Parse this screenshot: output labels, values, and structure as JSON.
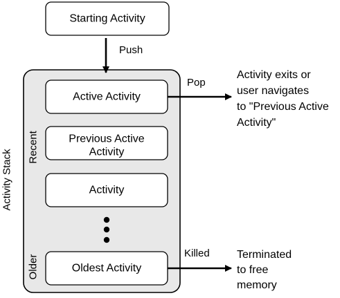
{
  "diagram": {
    "nodes": {
      "starting": {
        "label": "Starting Activity"
      },
      "active": {
        "label": "Active Activity"
      },
      "previous": {
        "lines": [
          "Previous Active",
          "Activity"
        ]
      },
      "activity": {
        "label": "Activity"
      },
      "oldest": {
        "label": "Oldest Activity"
      }
    },
    "edges": {
      "push": {
        "label": "Push"
      },
      "pop": {
        "label": "Pop"
      },
      "killed": {
        "label": "Killed"
      }
    },
    "notes": {
      "pop_result": {
        "lines": [
          "Activity exits or",
          "user navigates",
          "to \"Previous Active",
          "Activity\""
        ]
      },
      "killed_result": {
        "lines": [
          "Terminated",
          "to free",
          "memory"
        ]
      }
    },
    "stack": {
      "label": "Activity Stack",
      "recent_label": "Recent",
      "older_label": "Older"
    },
    "colors": {
      "stack_fill": "#e8e8e8",
      "box_fill": "#ffffff",
      "stroke": "#000000"
    }
  }
}
